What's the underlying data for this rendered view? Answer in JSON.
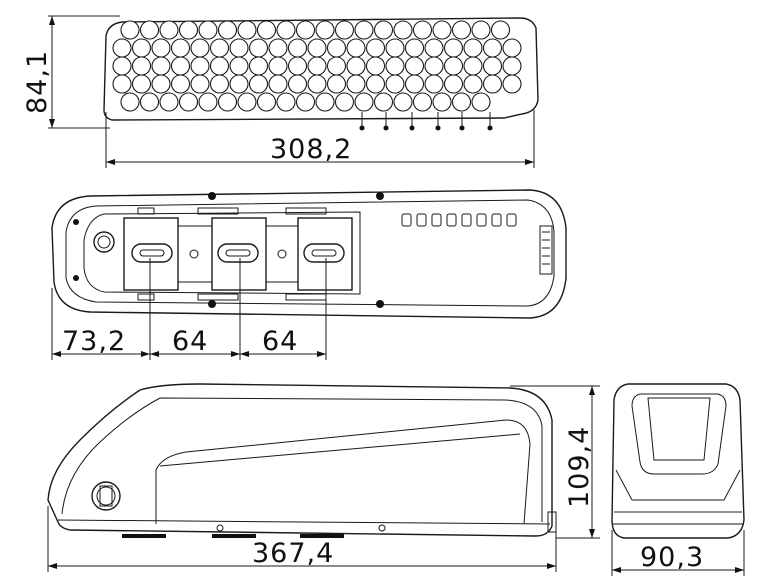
{
  "dimensions": {
    "pack_height": "84,1",
    "pack_length": "308,2",
    "offset_first": "73,2",
    "pitch_1": "64",
    "pitch_2": "64",
    "housing_height": "109,4",
    "housing_length": "367,4",
    "housing_width": "90,3"
  }
}
